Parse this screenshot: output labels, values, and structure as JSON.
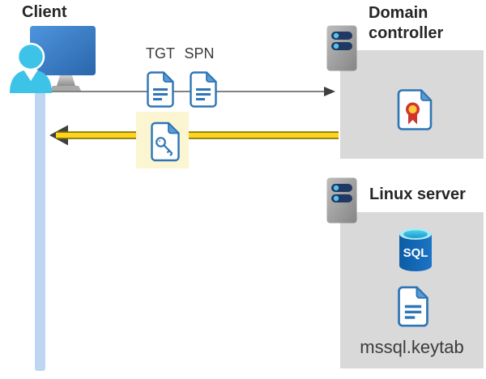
{
  "labels": {
    "client": "Client",
    "tgt": "TGT",
    "spn": "SPN",
    "domain_controller": "Domain controller",
    "linux_server": "Linux server",
    "sql": "SQL",
    "keytab_file": "mssql.keytab"
  },
  "icons": {
    "client": "user-at-monitor-icon",
    "domain_controller": "server-icon",
    "linux_server": "server-icon",
    "tgt_ticket": "document-icon",
    "spn_ticket": "document-icon",
    "service_ticket": "document-key-icon",
    "certificate": "certificate-ribbon-icon",
    "database": "sql-database-icon",
    "keytab": "document-icon"
  },
  "arrows": {
    "request": {
      "direction": "right",
      "from": "client",
      "to": "domain-controller",
      "color": "#595959"
    },
    "response": {
      "direction": "left",
      "from": "domain-controller",
      "to": "client",
      "color": "#FFD41E"
    }
  },
  "colors": {
    "highlight_box": "#FBF5D2",
    "container_box": "#D9D9D9",
    "doc_blue": "#2E75B6",
    "doc_fold_blue": "#5B9BD5",
    "person_cyan": "#3EC3E8",
    "lifeline_blue": "#BDD7F2",
    "server_bar_navy": "#1F3864",
    "server_dot_blue": "#53C4EA",
    "sql_body_blue": "#1166B3",
    "cert_red": "#D0342C",
    "cert_gold": "#FFC93C",
    "arrow_yellow": "#FFD41E",
    "arrow_yellow_edge": "#8A7600",
    "arrow_dark": "#3F3F3F",
    "text_dark": "#262626"
  }
}
